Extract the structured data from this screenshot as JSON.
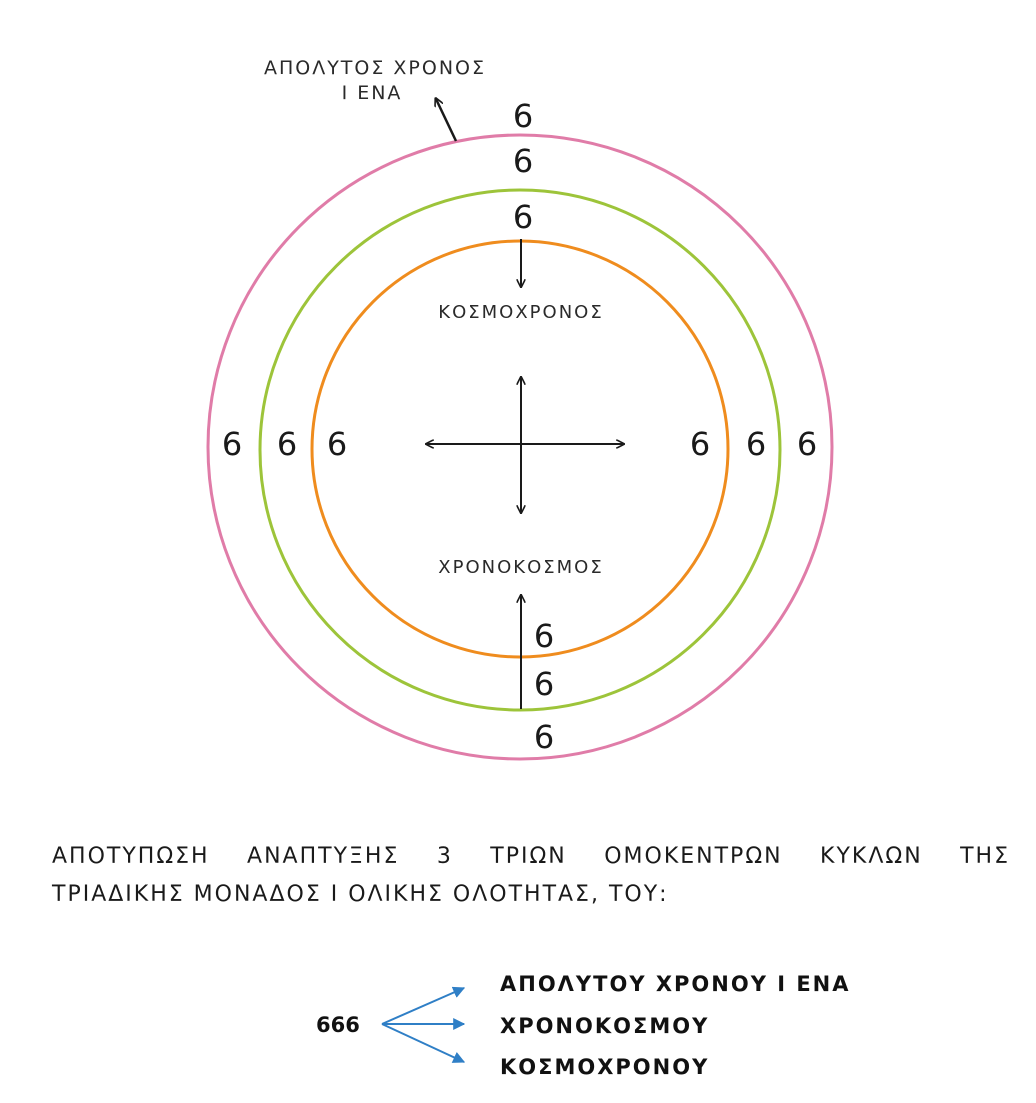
{
  "colors": {
    "outer_circle": "#e07ca8",
    "middle_circle": "#9dc43a",
    "inner_circle": "#ef8c1e",
    "arrow_blue": "#2f7fc6",
    "ink": "#1a1a1a"
  },
  "diagram": {
    "outer_label_line1": "ΑΠΟΛΥΤΟΣ ΧΡΟΝΟΣ",
    "outer_label_line2": "Ι ΕΝΑ",
    "top_label": "ΚΟΣΜΟΧΡΟΝΟΣ",
    "bottom_label": "ΧΡΟΝΟΚΟΣΜΟΣ",
    "six": "6"
  },
  "caption": {
    "line1": "ΑΠΟΤΥΠΩΣΗ ΑΝΑΠΤΥΞΗΣ 3 ΤΡΙΩΝ ΟΜΟΚΕΝΤΡΩΝ ΚΥΚΛΩΝ ΤΗΣ",
    "line2": "ΤΡΙΑΔΙΚΗΣ ΜΟΝΑΔΟΣ Ι ΟΛΙΚΗΣ ΟΛΟΤΗΤΑΣ, ΤΟΥ:"
  },
  "mapping": {
    "source": "666",
    "targets": [
      "ΑΠΟΛΥΤΟΥ ΧΡΟΝΟΥ Ι ΕΝΑ",
      "ΧΡΟΝΟΚΟΣΜΟΥ",
      "ΚΟΣΜΟΧΡΟΝΟΥ"
    ]
  }
}
